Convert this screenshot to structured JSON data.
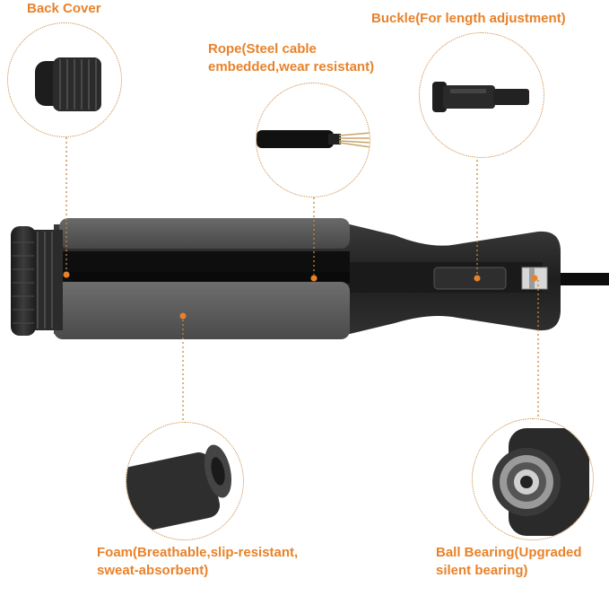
{
  "labels": {
    "back_cover": "Back Cover",
    "buckle": "Buckle(For length adjustment)",
    "rope_line1": "Rope(Steel cable",
    "rope_line2": "embedded,wear resistant)",
    "foam_line1": "Foam(Breathable,slip-resistant,",
    "foam_line2": "sweat-absorbent)",
    "bearing_line1": "Ball Bearing(Upgraded",
    "bearing_line2": "silent bearing)"
  },
  "colors": {
    "accent": "#e8822a",
    "handle_dark": "#2a2a2a",
    "handle_grey": "#545454",
    "rope": "#111111",
    "background": "#ffffff"
  }
}
